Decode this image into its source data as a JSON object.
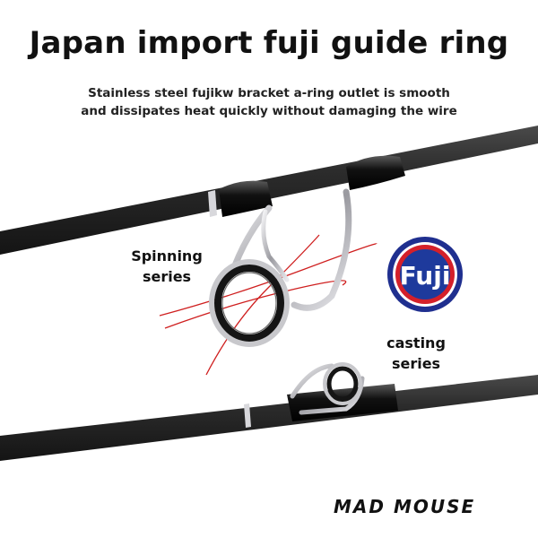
{
  "title": "Japan import fuji guide ring",
  "description": {
    "line1": "Stainless steel fujikw bracket a-ring outlet is smooth",
    "line2": "and dissipates heat quickly without damaging the wire"
  },
  "labels": {
    "spinning_line1": "Spinning",
    "spinning_line2": "series",
    "casting_line1": "casting",
    "casting_line2": "series"
  },
  "logo": {
    "text": "Fuji",
    "color_outer": "#1f2f8f",
    "color_ring": "#d4202a",
    "color_inner": "#1e3a9c"
  },
  "brand": "MAD MOUSE",
  "colors": {
    "rod": "#2a2a2a",
    "line": "#cf1f1f",
    "chrome": "#c8c8cc"
  }
}
